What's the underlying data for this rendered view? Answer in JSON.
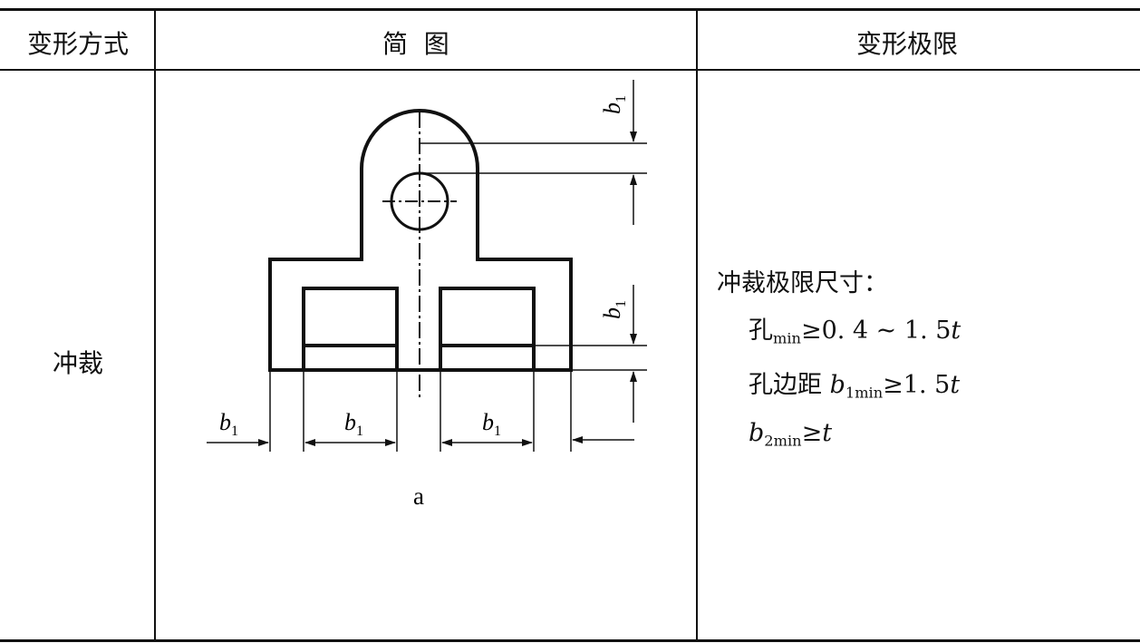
{
  "table": {
    "headers": {
      "method": "变形方式",
      "sketch": "简  图",
      "limit": "变形极限"
    },
    "row": {
      "method": "冲裁",
      "figure_label": "a",
      "dim_label": "b",
      "dim_sub": "1",
      "limits_title": "冲裁极限尺寸：",
      "line1_a": "孔",
      "line1_sub": "min",
      "line1_b": "≥0. 4 ~ 1. 5",
      "line1_t": "t",
      "line2_a": "孔边距 ",
      "line2_b": "b",
      "line2_sub": "1min",
      "line2_c": "≥1. 5",
      "line2_t": "t",
      "line3_b": "b",
      "line3_sub": "2min",
      "line3_c": "≥",
      "line3_t": "t"
    }
  }
}
